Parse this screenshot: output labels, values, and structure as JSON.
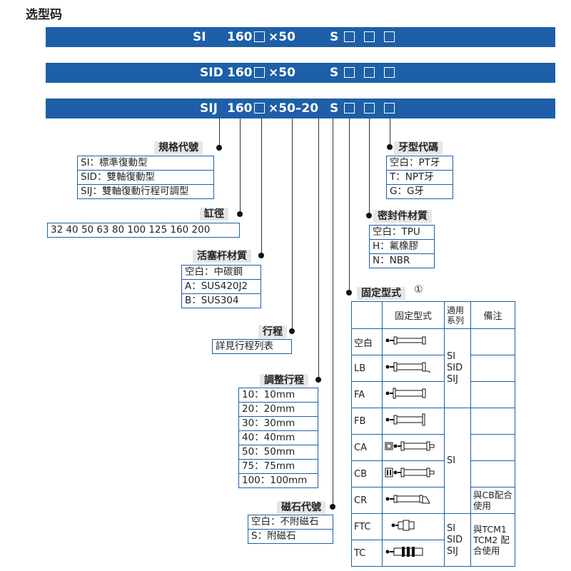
{
  "title": "选型码",
  "codes": {
    "row1": {
      "prefix": "SI",
      "bore": "160",
      "stroke": "×50",
      "suffix": "S"
    },
    "row2": {
      "prefix": "SID",
      "bore": "160",
      "stroke": "×50",
      "suffix": "S"
    },
    "row3": {
      "prefix": "SIJ",
      "bore": "160",
      "stroke": "×50–20",
      "suffix": "S"
    }
  },
  "spec": {
    "label": "規格代號",
    "options": [
      "SI：標準復動型",
      "SID：雙軸復動型",
      "SIJ：雙軸復動行程可調型"
    ]
  },
  "bore": {
    "label": "缸徑",
    "values": "32 40 50 63 80 100 125 160 200"
  },
  "piston": {
    "label": "活塞杆材質",
    "options": [
      "空白：中碳鋼",
      "A：SUS420J2",
      "B：SUS304"
    ]
  },
  "stroke": {
    "label": "行程",
    "options": [
      "詳見行程列表"
    ]
  },
  "adjust": {
    "label": "調整行程",
    "options": [
      "10：10mm",
      "20：20mm",
      "30：30mm",
      "40：40mm",
      "50：50mm",
      "75：75mm",
      "100：100mm"
    ]
  },
  "magnet": {
    "label": "磁石代號",
    "options": [
      "空白：不附磁石",
      "S：附磁石"
    ]
  },
  "thread": {
    "label": "牙型代碼",
    "options": [
      "空白：PT牙",
      "T：NPT牙",
      "G：G牙"
    ]
  },
  "seal": {
    "label": "密封件材質",
    "options": [
      "空白：TPU",
      "H：氟橡膠",
      "N：NBR"
    ]
  },
  "mount": {
    "label": "固定型式",
    "note_mark": "①",
    "headers": {
      "type": "固定型式",
      "series": "適用系列",
      "remark": "備注"
    },
    "rows": [
      "空白",
      "LB",
      "FA",
      "FB",
      "CA",
      "CB",
      "CR",
      "FTC",
      "TC"
    ],
    "series_groups": [
      "SI SID SIJ",
      "SI",
      "SI SID SIJ"
    ],
    "remarks": {
      "cr": "與CB配合使用",
      "ftc_tc": "與TCM1 TCM2 配合使用"
    }
  },
  "colors": {
    "bar": "#1d5fa8",
    "line": "#1d5fa8"
  }
}
